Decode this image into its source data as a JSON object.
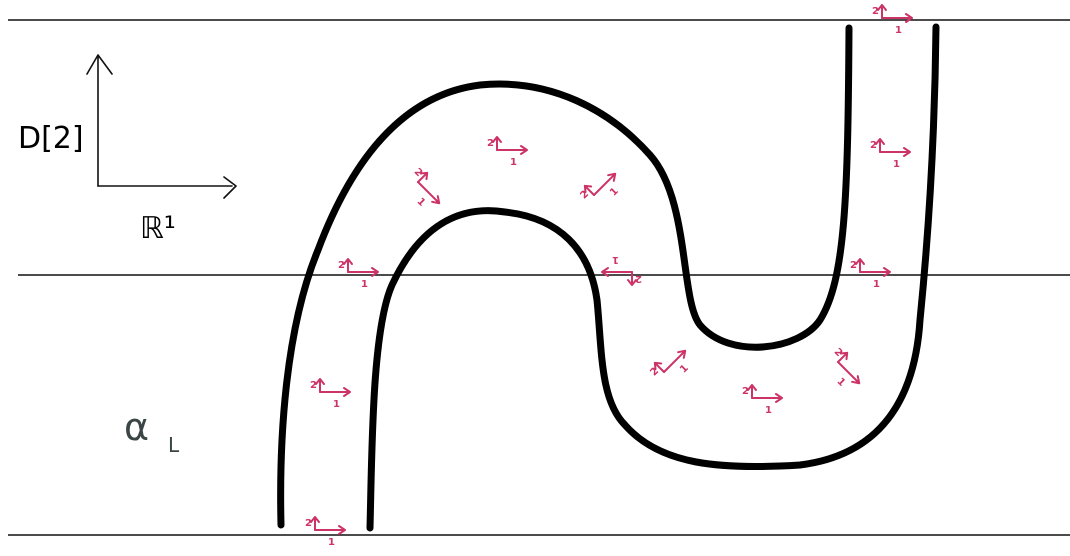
{
  "labels": {
    "vertical_axis": "D[2]",
    "horizontal_axis": "ℝ¹",
    "region": "α",
    "region_subscript": "L"
  },
  "frame_labels": {
    "first": "1",
    "second": "2"
  },
  "colors": {
    "ink": "#000000",
    "frame": "#cc3366",
    "region_label": "#3a4545"
  }
}
